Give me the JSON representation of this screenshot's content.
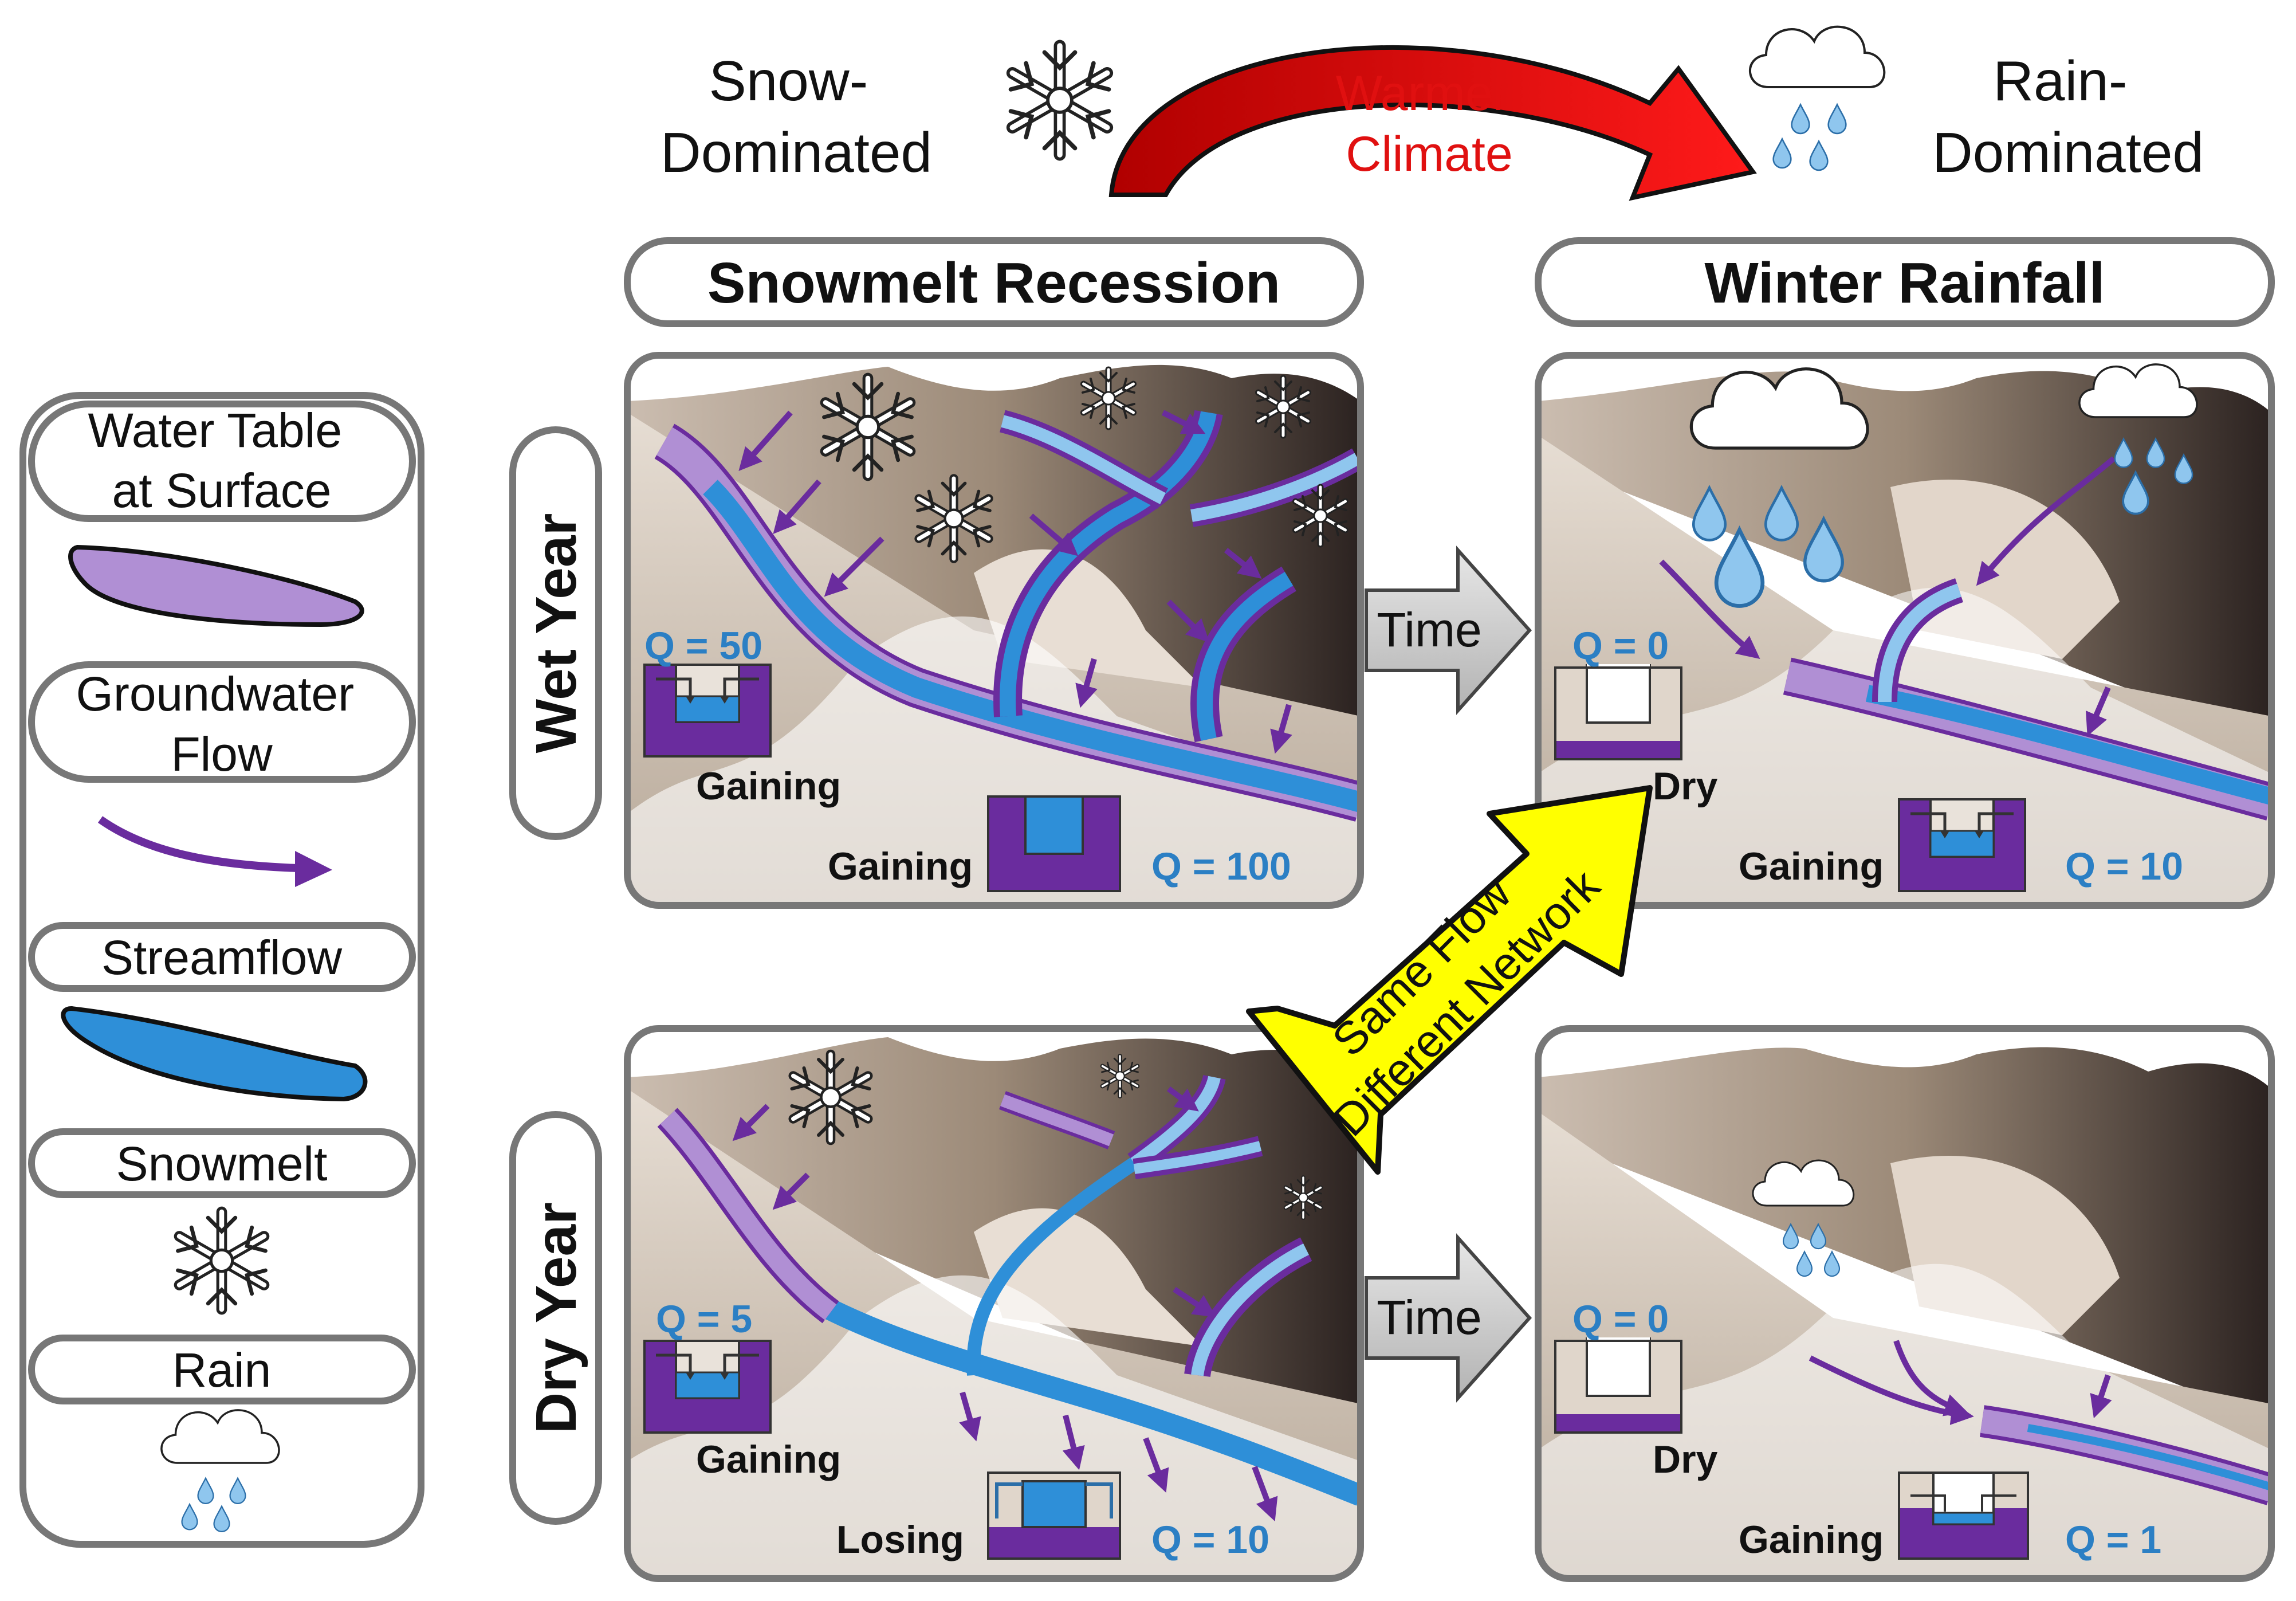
{
  "top": {
    "left_label_line1": "Snow-",
    "left_label_line2": "Dominated",
    "arrow_label_line1": "Warmer",
    "arrow_label_line2": "Climate",
    "right_label_line1": "Rain-",
    "right_label_line2": "Dominated"
  },
  "columns": {
    "left_title": "Snowmelt Recession",
    "right_title": "Winter Rainfall"
  },
  "rows": {
    "top": "Wet Year",
    "bottom": "Dry Year"
  },
  "legend": {
    "water_table_line1": "Water Table",
    "water_table_line2": "at Surface",
    "groundwater_line1": "Groundwater",
    "groundwater_line2": "Flow",
    "streamflow": "Streamflow",
    "snowmelt": "Snowmelt",
    "rain": "Rain"
  },
  "between": {
    "time_top": "Time",
    "time_bottom": "Time",
    "diag_line1": "Same Flow",
    "diag_line2": "Different Network"
  },
  "panels": {
    "wet_snow": {
      "upper_q": "Q = 50",
      "upper_state": "Gaining",
      "lower_state": "Gaining",
      "lower_q": "Q = 100"
    },
    "wet_rain": {
      "upper_q": "Q = 0",
      "upper_state": "Dry",
      "lower_state": "Gaining",
      "lower_q": "Q = 10"
    },
    "dry_snow": {
      "upper_q": "Q = 5",
      "upper_state": "Gaining",
      "lower_state": "Losing",
      "lower_q": "Q = 10"
    },
    "dry_rain": {
      "upper_q": "Q = 0",
      "upper_state": "Dry",
      "lower_state": "Gaining",
      "lower_q": "Q = 1"
    }
  },
  "colors": {
    "purple": "#6a2c9e",
    "lavender": "#b08fd4",
    "stream_blue": "#2e8fd8",
    "q_blue": "#2b7fc4",
    "red_arrow": "#e01010",
    "yellow_arrow": "#ffff00",
    "frame_gray": "#777777"
  }
}
